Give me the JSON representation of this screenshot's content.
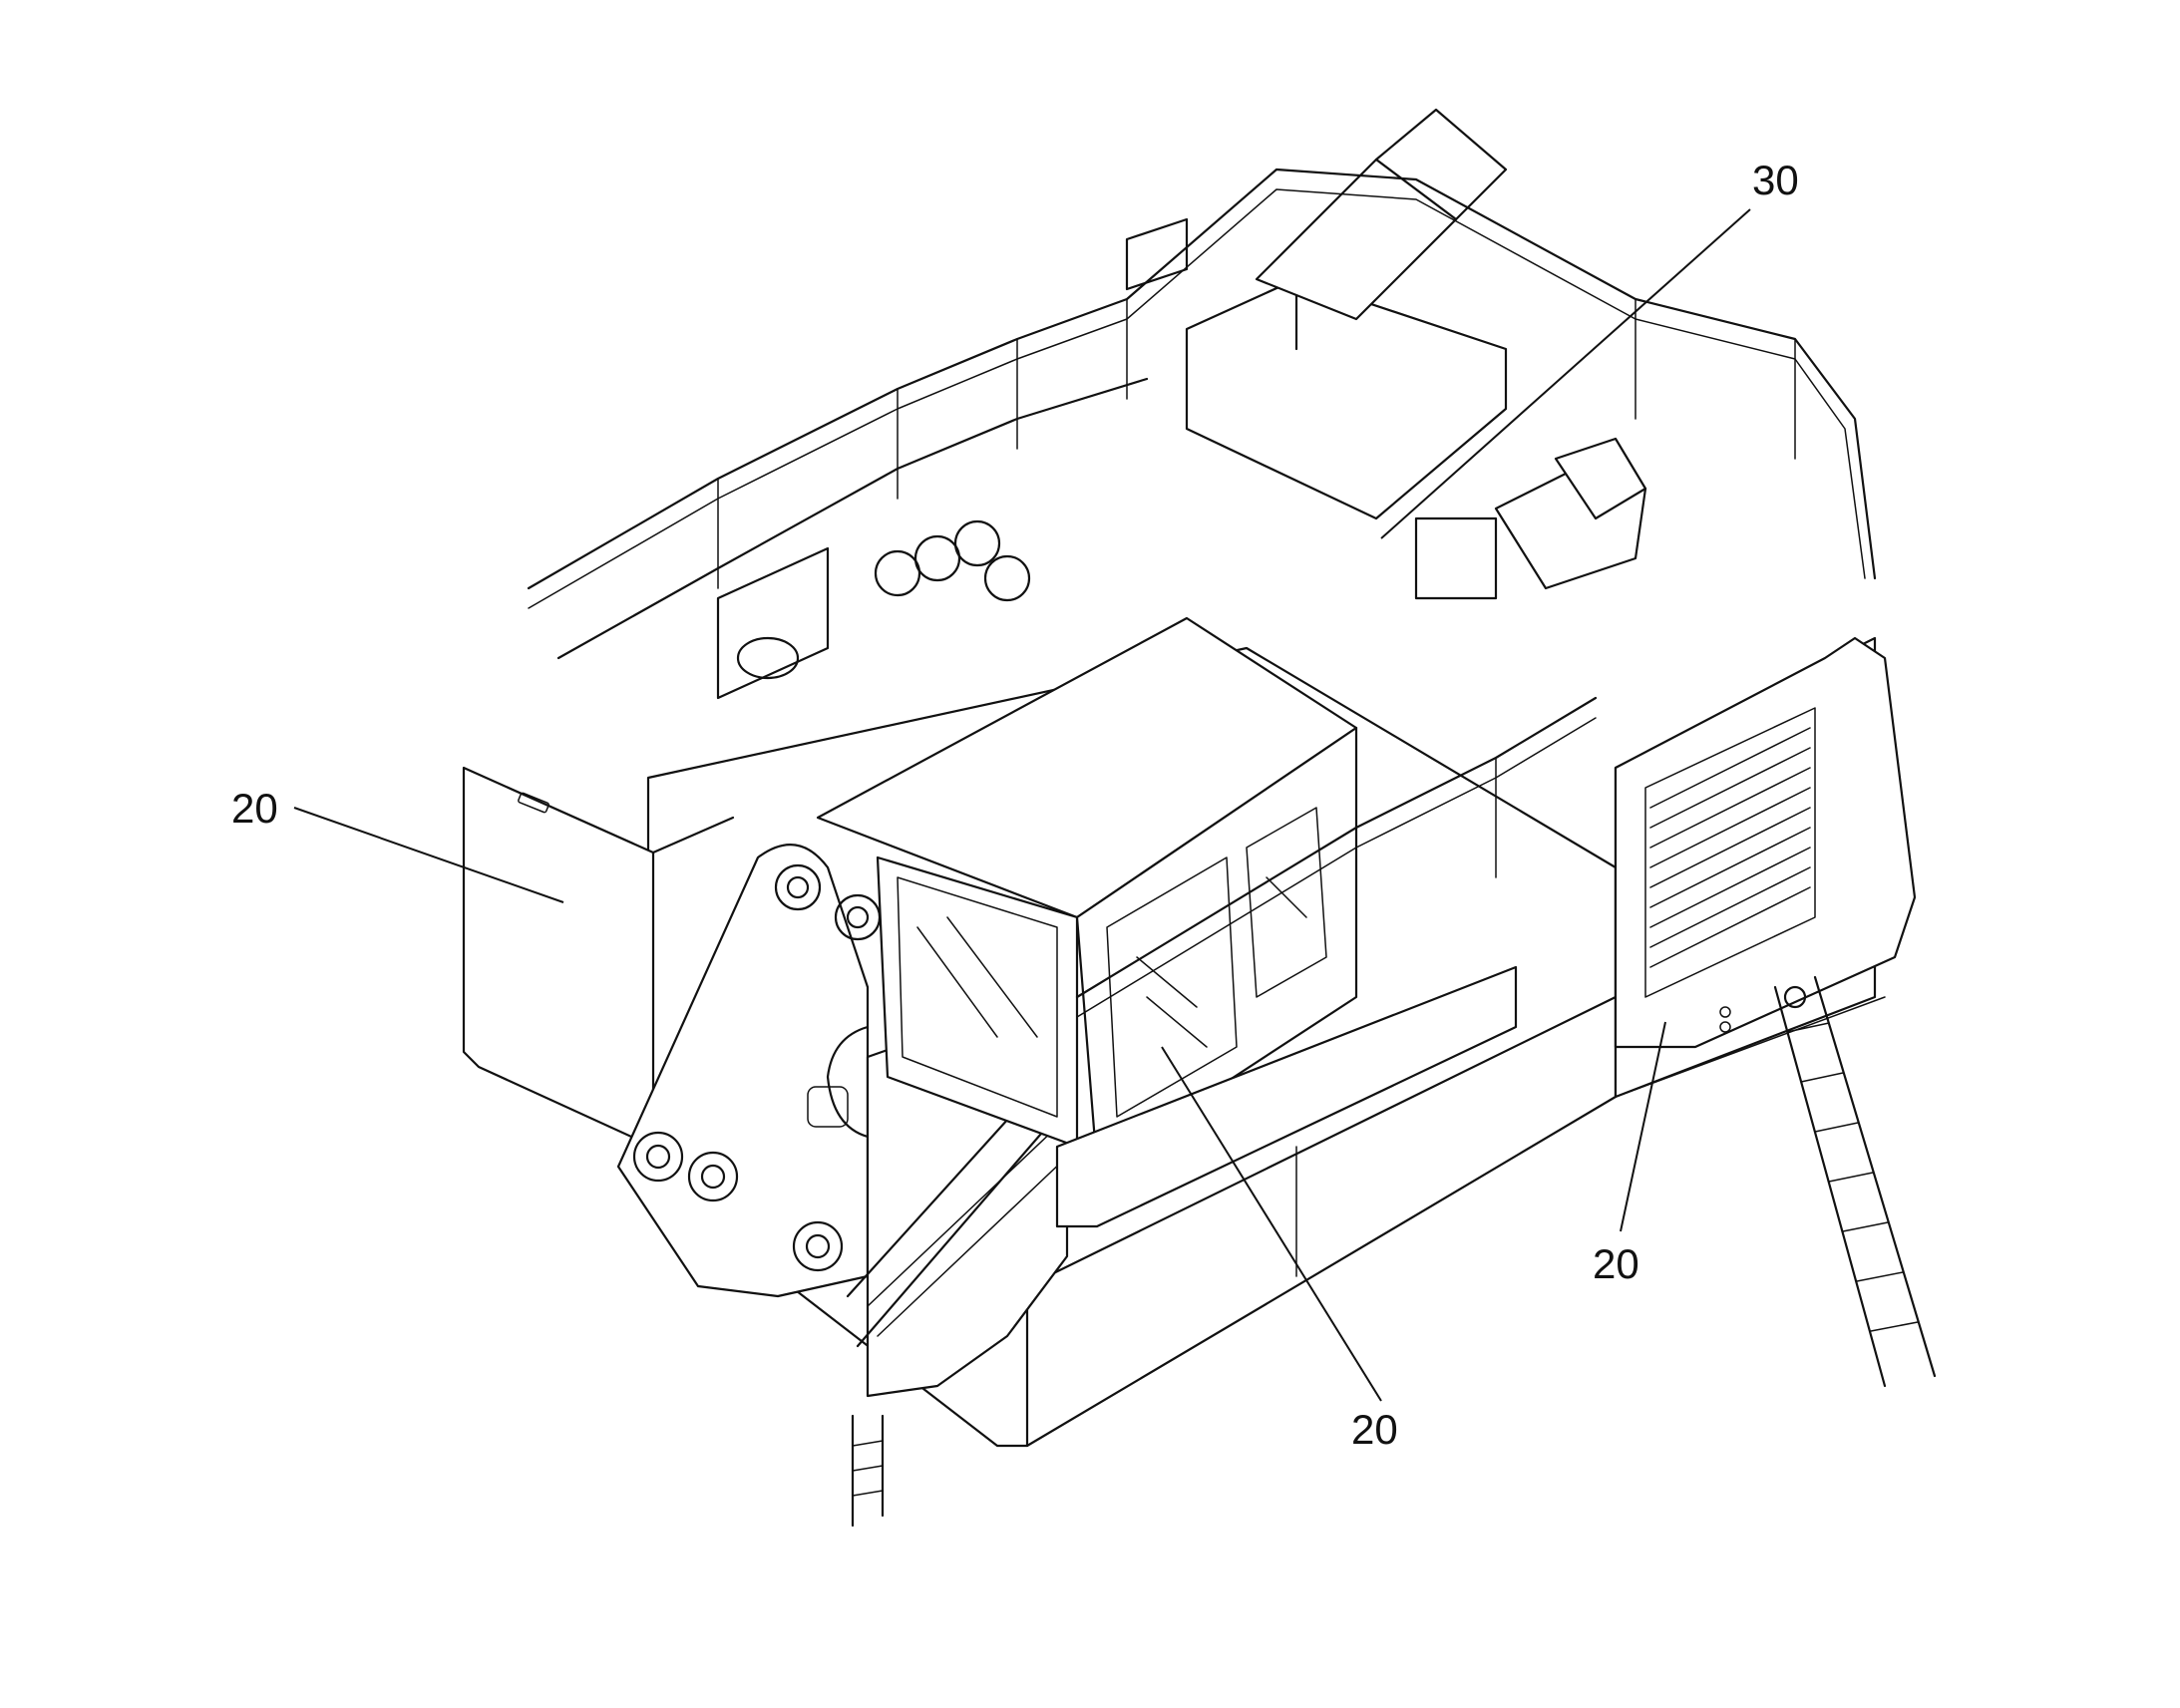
{
  "figure": {
    "labels": [
      {
        "id": "label-20-left",
        "text": "20"
      },
      {
        "id": "label-30-top",
        "text": "30"
      },
      {
        "id": "label-20-right",
        "text": "20"
      },
      {
        "id": "label-20-bottom",
        "text": "20"
      }
    ]
  }
}
